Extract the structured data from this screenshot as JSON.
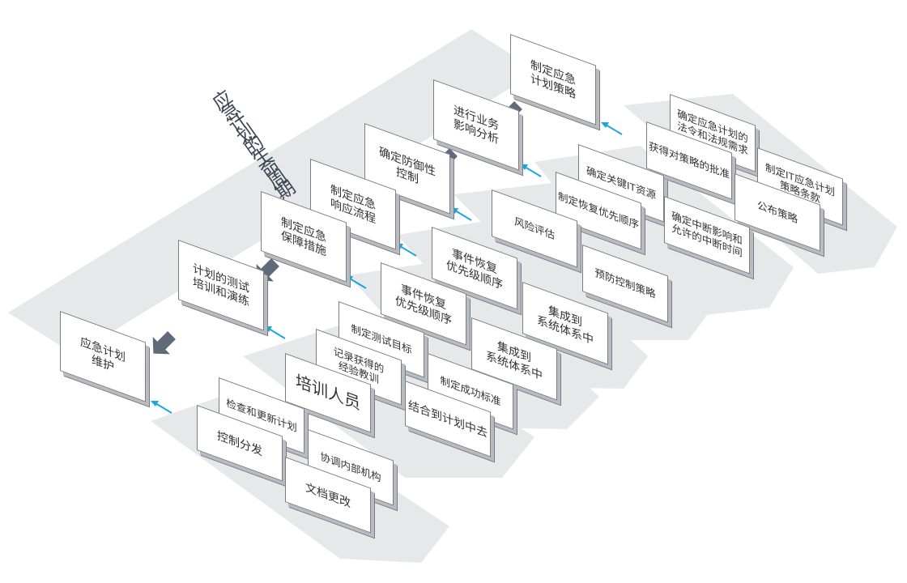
{
  "title": "应急计划的生命周期",
  "colors": {
    "band": "#e7e8e9",
    "card_border": "#7a7d82",
    "arrow_dark": "#5f6b78",
    "arrow_blue": "#1aa6e0",
    "text": "#333333"
  },
  "steps": [
    {
      "id": "s1",
      "label": "制定应急\n计划策略"
    },
    {
      "id": "s2",
      "label": "进行业务\n影响分析"
    },
    {
      "id": "s3",
      "label": "确定防御性\n控制"
    },
    {
      "id": "s4",
      "label": "制定应急\n响应流程"
    },
    {
      "id": "s5",
      "label": "制定应急\n保障措施"
    },
    {
      "id": "s6",
      "label": "计划的测试\n培训和演练"
    },
    {
      "id": "s7",
      "label": "应急计划\n维护"
    }
  ],
  "details": {
    "row1": [
      "确定应急计划的\n法令和法规需求",
      "制定IT应急计划\n策略条款",
      "获得对策略的批准",
      "公布策略"
    ],
    "row2": [
      "确定关键IT资源",
      "制定恢复优先顺序",
      "确定中断影响和\n允许的中断时间"
    ],
    "row3": [
      "风险评估",
      "预防控制策略"
    ],
    "row4": [
      "事件恢复\n优先级顺序",
      "集成到\n系统体系中"
    ],
    "row5": [
      "事件恢复\n优先级顺序",
      "集成到\n系统体系中"
    ],
    "row6": [
      "制定测试目标",
      "记录获得的\n经验教训",
      "培训人员",
      "制定成功标准",
      "结合到计划中去"
    ],
    "row7": [
      "检查和更新计划",
      "控制分发",
      "协调内部机构",
      "文档更改"
    ]
  }
}
